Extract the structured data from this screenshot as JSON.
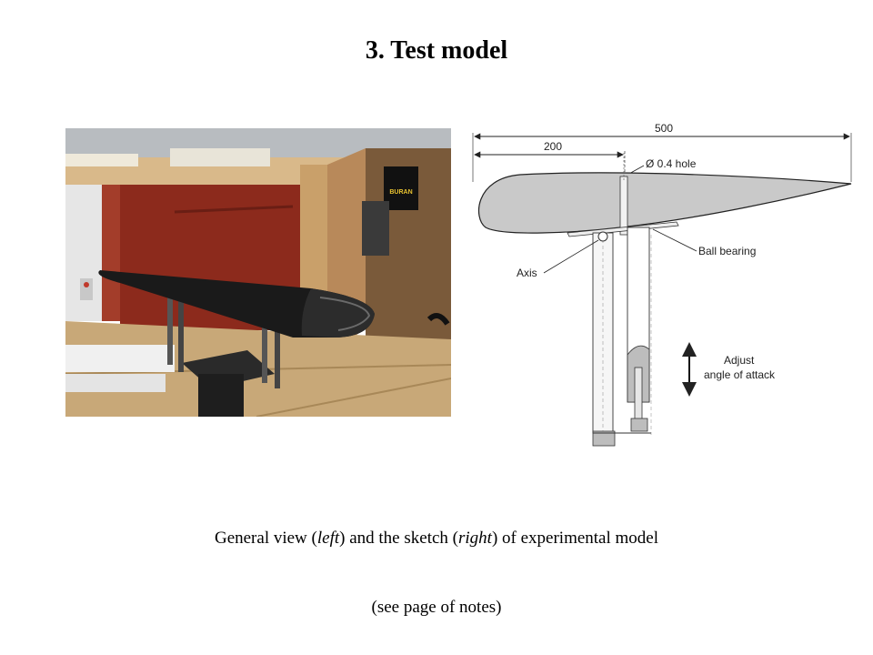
{
  "slide": {
    "title": "3. Test model"
  },
  "sketch": {
    "dimension_total": "500",
    "dimension_partial": "200",
    "hole_label": "Ø 0.4 hole",
    "ball_bearing_label": "Ball bearing",
    "axis_label": "Axis",
    "adjust_label_line1": "Adjust",
    "adjust_label_line2": "angle of attack"
  },
  "photo": {
    "poster_line1": "BURAN"
  },
  "caption": {
    "part1": "General view  (",
    "left": "left",
    "part2": ") and the sketch (",
    "right": "right",
    "part3": ") of experimental model"
  },
  "notes": {
    "text": "(see page of notes)"
  },
  "colors": {
    "airfoil_fill": "#c9c9c9",
    "wall_red": "#8c2a1c",
    "wood": "#c8a878",
    "wing_black": "#1a1a1a"
  }
}
